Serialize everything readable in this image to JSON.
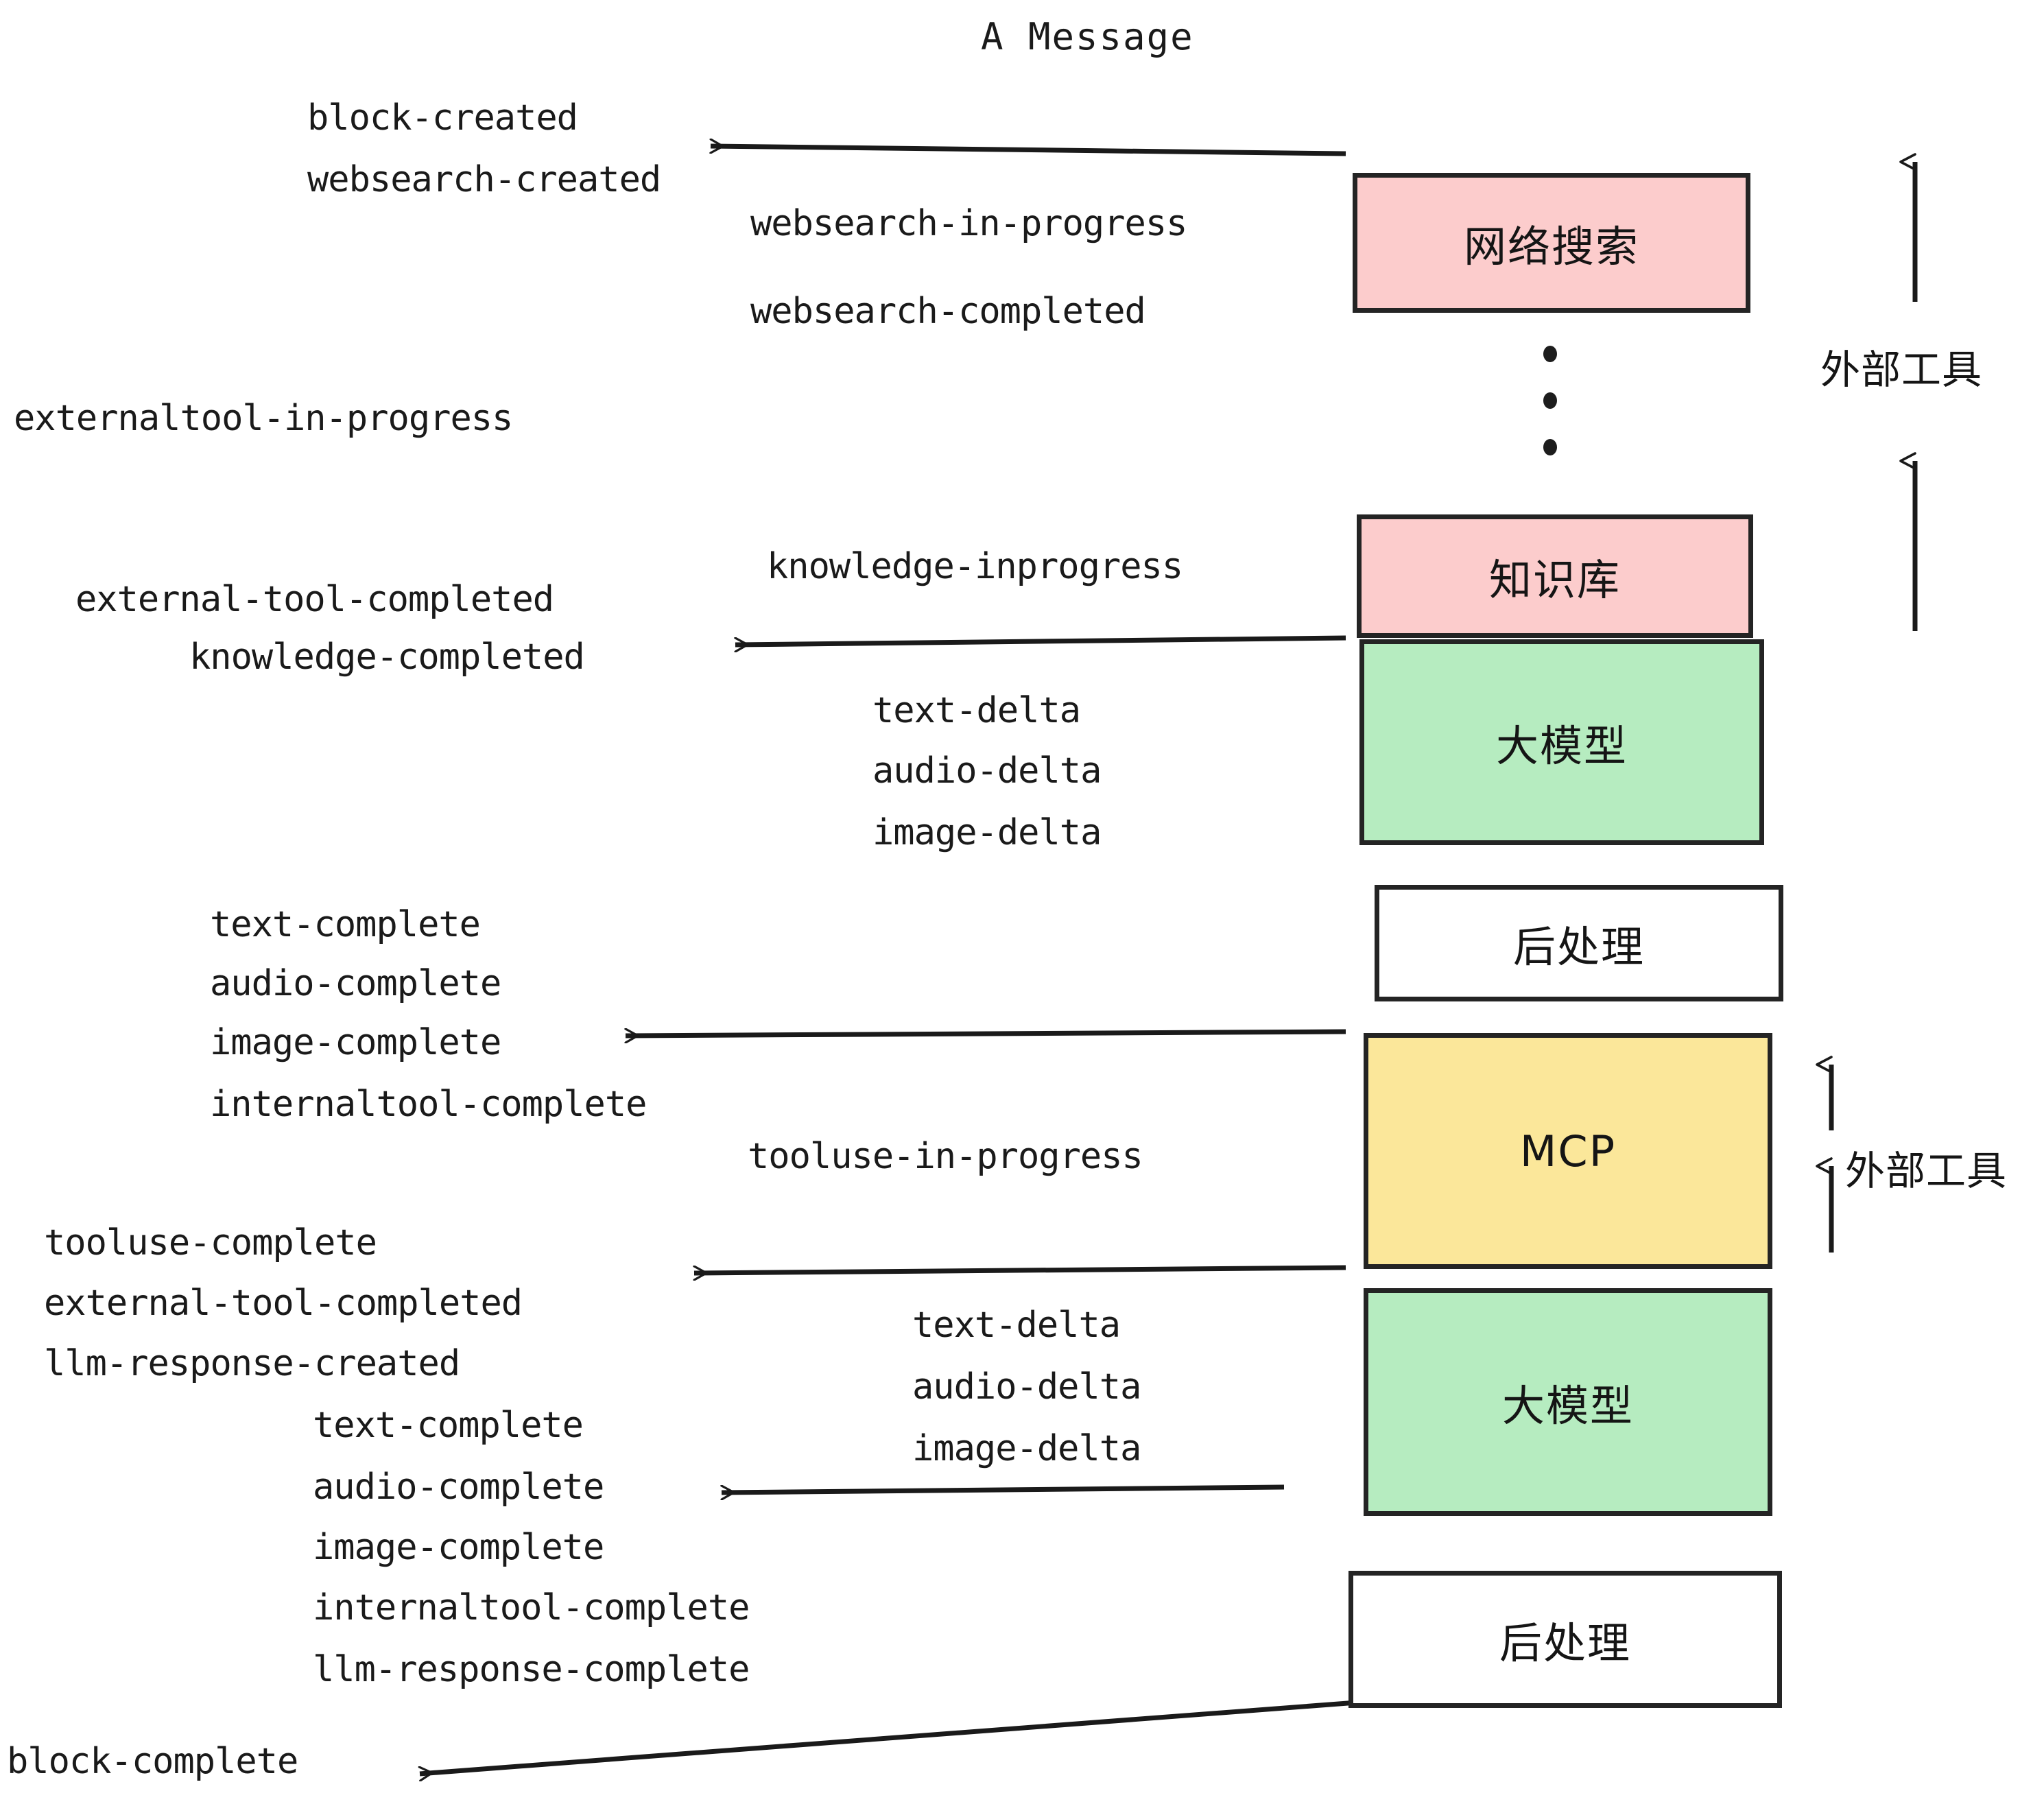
{
  "title": "A Message",
  "colors": {
    "pink": "#fccccc",
    "green": "#b6ecc0",
    "yellow": "#fbe79a",
    "white": "#ffffff",
    "stroke": "#242424",
    "text": "#1a1a1a"
  },
  "boxes": [
    {
      "id": "websearch",
      "label": "网络搜索",
      "fill": "#fccccc"
    },
    {
      "id": "knowledge",
      "label": "知识库",
      "fill": "#fccccc"
    },
    {
      "id": "llm-top",
      "label": "大模型",
      "fill": "#b6ecc0"
    },
    {
      "id": "post-top",
      "label": "后处理",
      "fill": "#ffffff"
    },
    {
      "id": "mcp",
      "label": "MCP",
      "fill": "#fbe79a"
    },
    {
      "id": "llm-bottom",
      "label": "大模型",
      "fill": "#b6ecc0"
    },
    {
      "id": "post-bottom",
      "label": "后处理",
      "fill": "#ffffff"
    }
  ],
  "side_labels": [
    {
      "id": "external-tools-top",
      "label": "外部工具"
    },
    {
      "id": "external-tools-bottom",
      "label": "外部工具"
    }
  ],
  "events": {
    "block_created": "block-created",
    "websearch_created": "websearch-created",
    "websearch_in_progress": "websearch-in-progress",
    "websearch_completed": "websearch-completed",
    "externaltool_in_progress": "externaltool-in-progress",
    "knowledge_inprogress": "knowledge-inprogress",
    "external_tool_completed_1": "external-tool-completed",
    "knowledge_completed": "knowledge-completed",
    "text_delta_1": "text-delta",
    "audio_delta_1": "audio-delta",
    "image_delta_1": "image-delta",
    "text_complete_1": "text-complete",
    "audio_complete_1": "audio-complete",
    "image_complete_1": "image-complete",
    "internaltool_complete_1": "internaltool-complete",
    "tooluse_in_progress": "tooluse-in-progress",
    "tooluse_complete": "tooluse-complete",
    "external_tool_completed_2": "external-tool-completed",
    "llm_response_created": "llm-response-created",
    "text_delta_2": "text-delta",
    "audio_delta_2": "audio-delta",
    "image_delta_2": "image-delta",
    "text_complete_2": "text-complete",
    "audio_complete_2": "audio-complete",
    "image_complete_2": "image-complete",
    "internaltool_complete_2": "internaltool-complete",
    "llm_response_complete": "llm-response-complete",
    "block_complete": "block-complete"
  }
}
